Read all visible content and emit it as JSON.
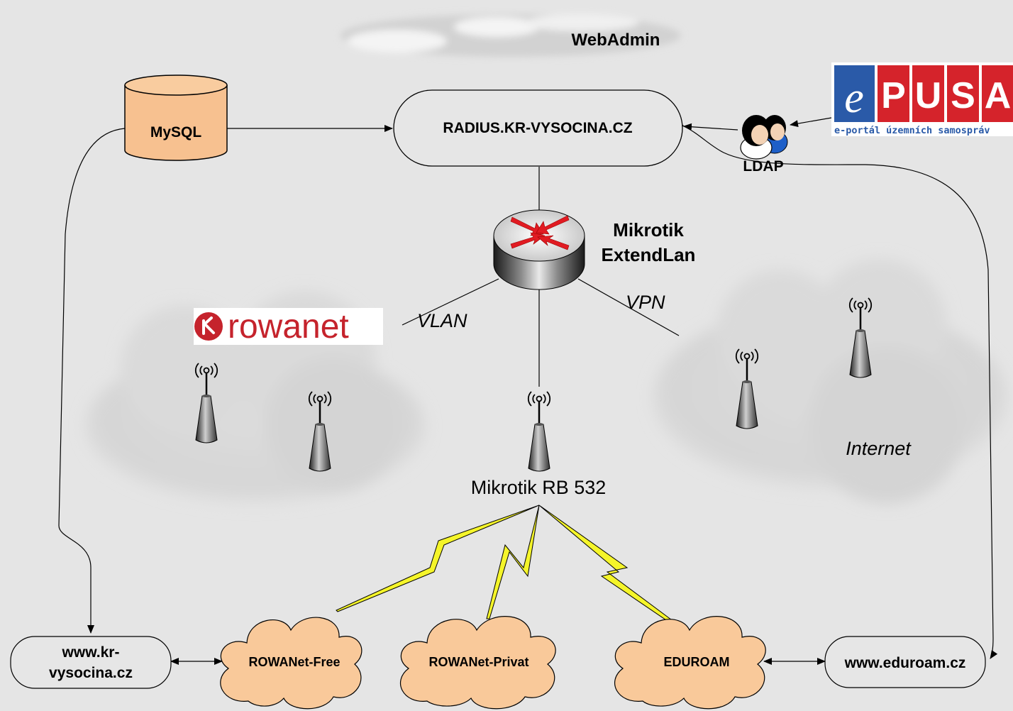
{
  "nodes": {
    "webadmin": "WebAdmin",
    "mysql": "MySQL",
    "radius": "RADIUS.KR-VYSOCINA.CZ",
    "ldap": "LDAP",
    "router_line1": "Mikrotik",
    "router_line2": "ExtendLan",
    "rb": "Mikrotik RB 532",
    "internet": "Internet",
    "www_kr_line1": "www.kr-",
    "www_kr_line2": "vysocina.cz",
    "rowanet_free": "ROWANet-Free",
    "rowanet_privat": "ROWANet-Privat",
    "eduroam": "EDUROAM",
    "www_eduroam": "www.eduroam.cz"
  },
  "links": {
    "vlan": "VLAN",
    "vpn": "VPN"
  },
  "logos": {
    "rowanet": "rowanet",
    "epusa_e": "e",
    "epusa_letters": [
      "P",
      "U",
      "S",
      "A"
    ],
    "epusa_sub": "e-portál územních samospráv"
  },
  "colors": {
    "background": "#e5e5e5",
    "node_fill": "#e6e6e6",
    "cloud_fill": "#f9c99a",
    "mysql_fill": "#f7c190",
    "lightning": "#f5f52a",
    "rowanet_red": "#c5232c",
    "epusa_blue": "#2a5aa8",
    "epusa_red": "#d5232b"
  }
}
